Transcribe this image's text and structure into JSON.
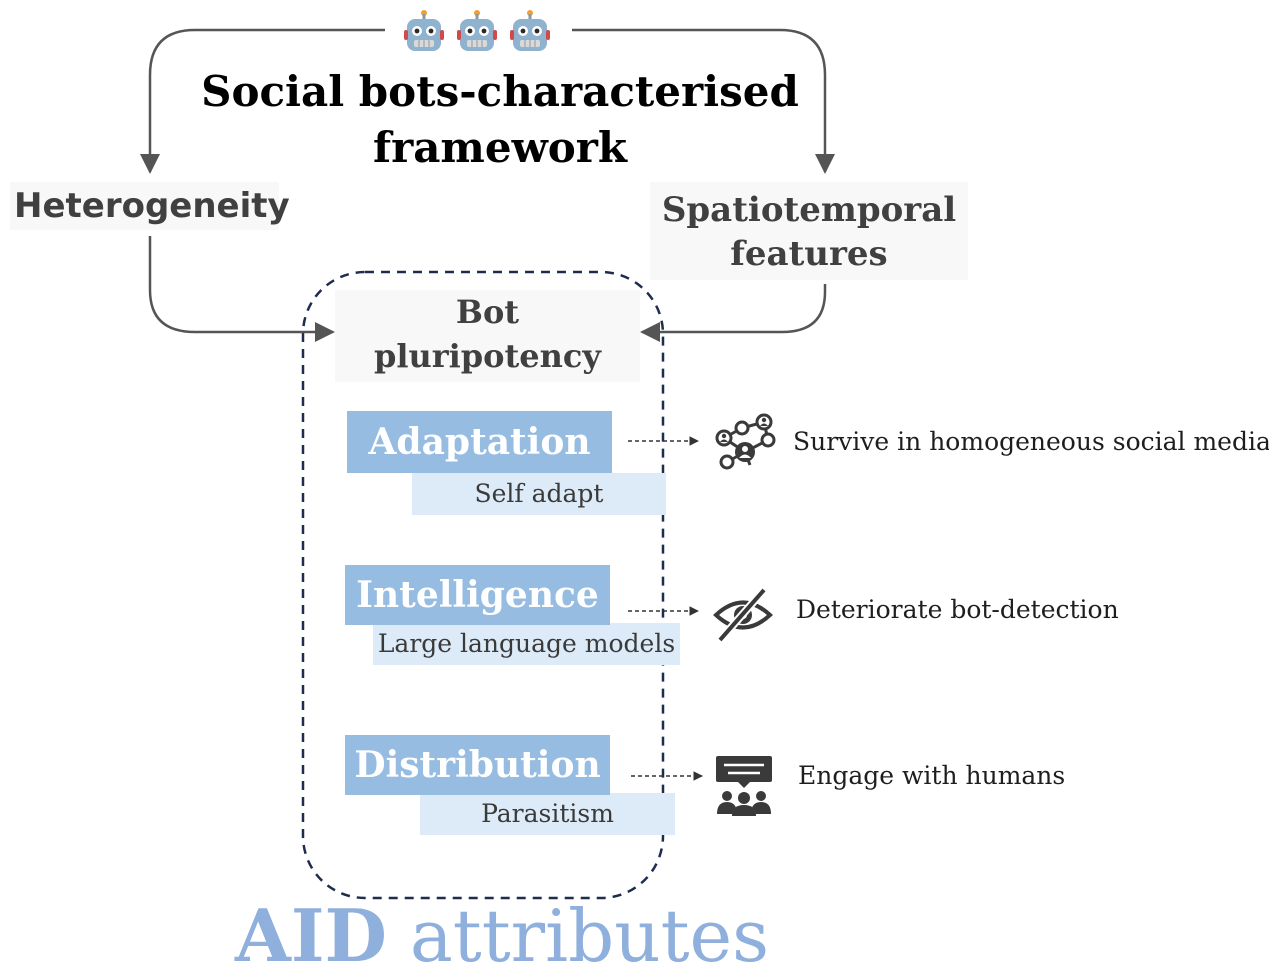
{
  "framework": {
    "title_line1": "Social bots-characterised",
    "title_line2": "framework"
  },
  "icons": [
    "robot-icon",
    "robot-icon",
    "robot-icon",
    "network-icon",
    "eye-slash-icon",
    "audience-icon"
  ],
  "inputs": {
    "left": "Heterogeneity",
    "right_line1": "Spatiotemporal",
    "right_line2": "features"
  },
  "center": {
    "line1": "Bot",
    "line2": "pluripotency"
  },
  "attributes": [
    {
      "name": "Adaptation",
      "sub": "Self adapt",
      "outcome": "Survive in homogeneous social media",
      "icon": "network-icon"
    },
    {
      "name": "Intelligence",
      "sub": "Large language models",
      "outcome": "Deteriorate bot-detection",
      "icon": "eye-slash-icon"
    },
    {
      "name": "Distribution",
      "sub": "Parasitism",
      "outcome": "Engage with humans",
      "icon": "audience-icon"
    }
  ],
  "footer": {
    "bold": "AID",
    "rest": "attributes"
  },
  "colors": {
    "attribute_box": "#97bce2",
    "attribute_sub": "#ddeaf7",
    "footer_text": "#8fafdc",
    "dashed_outline": "#1f2d4d",
    "connector": "#555555"
  }
}
